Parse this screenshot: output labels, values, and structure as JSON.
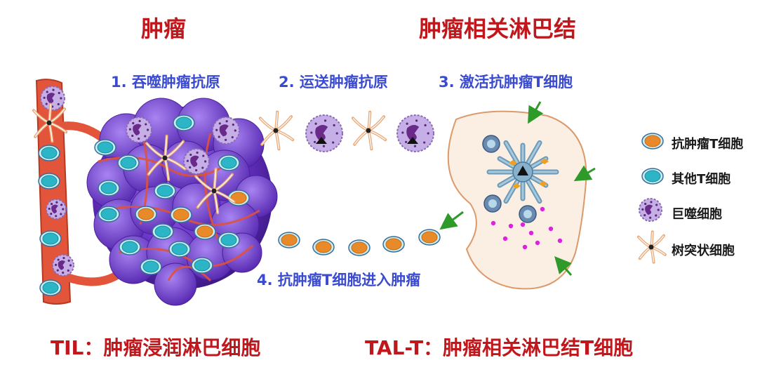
{
  "titles": {
    "tumor": "肿瘤",
    "lymph_node": "肿瘤相关淋巴结"
  },
  "steps": [
    "1. 吞噬肿瘤抗原",
    "2. 运送肿瘤抗原",
    "3. 激活抗肿瘤T细胞",
    "4. 抗肿瘤T细胞进入肿瘤"
  ],
  "legend": [
    {
      "label": "抗肿瘤T细胞",
      "icon": "anti-tumor-t-cell-icon"
    },
    {
      "label": "其他T细胞",
      "icon": "other-t-cell-icon"
    },
    {
      "label": "巨噬细胞",
      "icon": "macrophage-icon"
    },
    {
      "label": "树突状细胞",
      "icon": "dendritic-cell-icon"
    }
  ],
  "footer": {
    "til": "TIL：肿瘤浸润淋巴细胞",
    "tal": "TAL-T：肿瘤相关淋巴结T细胞"
  },
  "colors": {
    "title_red": "#c0171c",
    "step_blue": "#3a4bd0",
    "tumor_purple": "#7a3fd6",
    "vessel_red": "#e2553a",
    "t_cell_teal": "#2bb5c6",
    "anti_tumor_core": "#e88a2a",
    "macrophage": "#b79ad8",
    "lymph_node_fill": "#fbefe4",
    "arrow_green": "#2e9a2a"
  }
}
